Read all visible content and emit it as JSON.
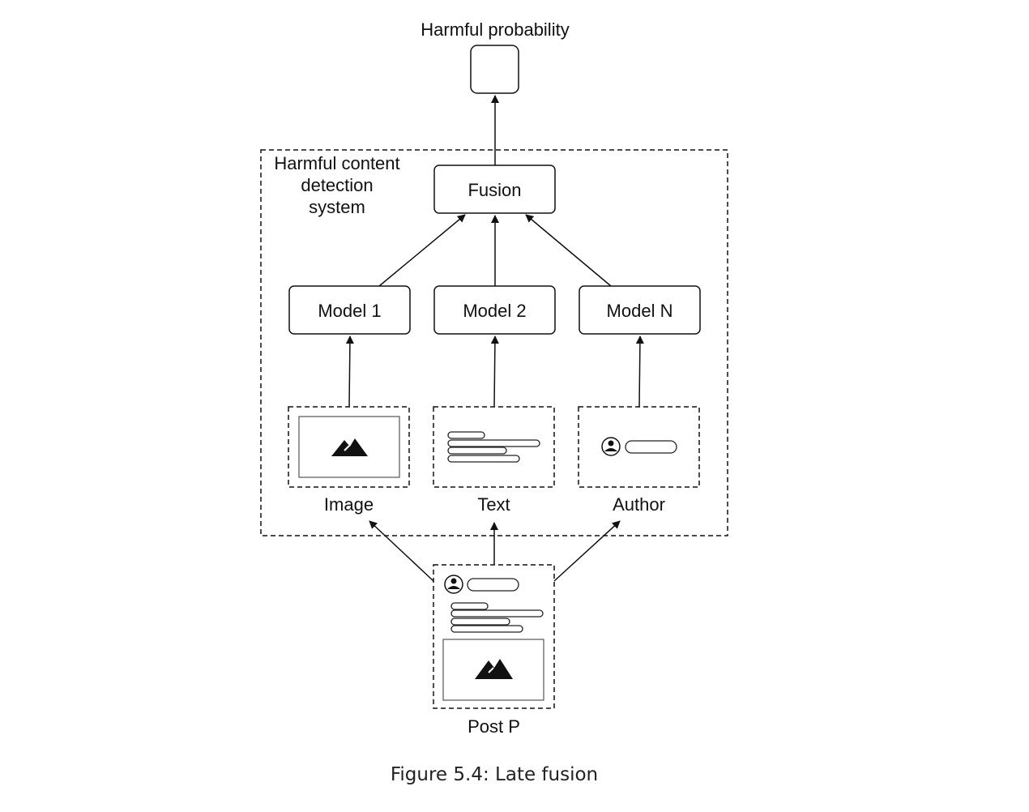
{
  "diagram": {
    "output_label": "Harmful probability",
    "system_label_lines": [
      "Harmful content",
      "detection",
      "system"
    ],
    "fusion_label": "Fusion",
    "models": [
      "Model 1",
      "Model 2",
      "Model N"
    ],
    "inputs": [
      "Image",
      "Text",
      "Author"
    ],
    "post_label": "Post P",
    "icons": [
      "image-icon",
      "text-lines-icon",
      "user-icon"
    ]
  },
  "caption": "Figure 5.4: Late fusion",
  "colors": {
    "stroke": "#111111",
    "background": "#ffffff"
  }
}
